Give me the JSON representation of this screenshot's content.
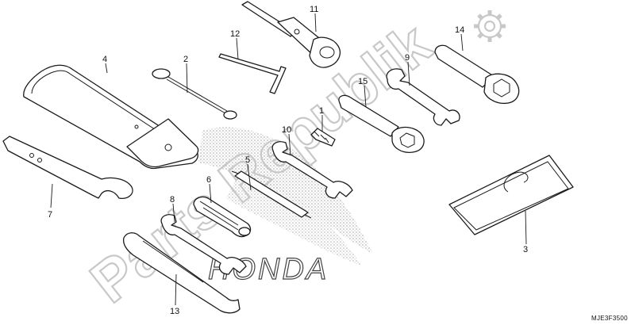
{
  "diagram": {
    "drawing_code": "MJE3F3500",
    "watermark_text": "Parts Republik",
    "honda_logo_text": "HONDA",
    "callouts": [
      "1",
      "2",
      "3",
      "4",
      "5",
      "6",
      "7",
      "8",
      "9",
      "10",
      "11",
      "12",
      "13",
      "14",
      "15"
    ]
  },
  "colors": {
    "line": "#1a1a1a",
    "watermark": "#c8c8c8",
    "stipple": "#9a9a9a"
  },
  "icons": {
    "watermark_gear": "gear-icon"
  }
}
